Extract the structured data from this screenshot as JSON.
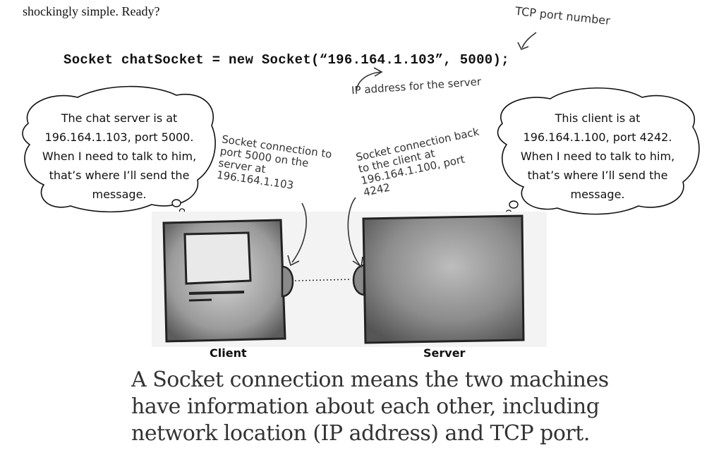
{
  "intro_text": "shockingly simple. Ready?",
  "code_line": "Socket chatSocket = new Socket(“196.164.1.103”, 5000);",
  "annotations": {
    "tcp_port": "TCP port number",
    "ip_address": "IP address for the server",
    "client_connection": "Socket connection to port 5000 on the server at 196.164.1.103",
    "server_connection": "Socket connection back to the client at 196.164.1.100, port 4242"
  },
  "bubbles": {
    "client": "The chat server is at 196.164.1.103, port 5000. When I need to talk to him, that’s where I’ll send the message.",
    "server": "This client is at 196.164.1.100, port 4242. When I need to talk to him, that’s where I’ll send the message."
  },
  "labels": {
    "client": "Client",
    "server": "Server"
  },
  "caption": "A Socket connection means the two machines have information about each other, including network location (IP address) and TCP port."
}
